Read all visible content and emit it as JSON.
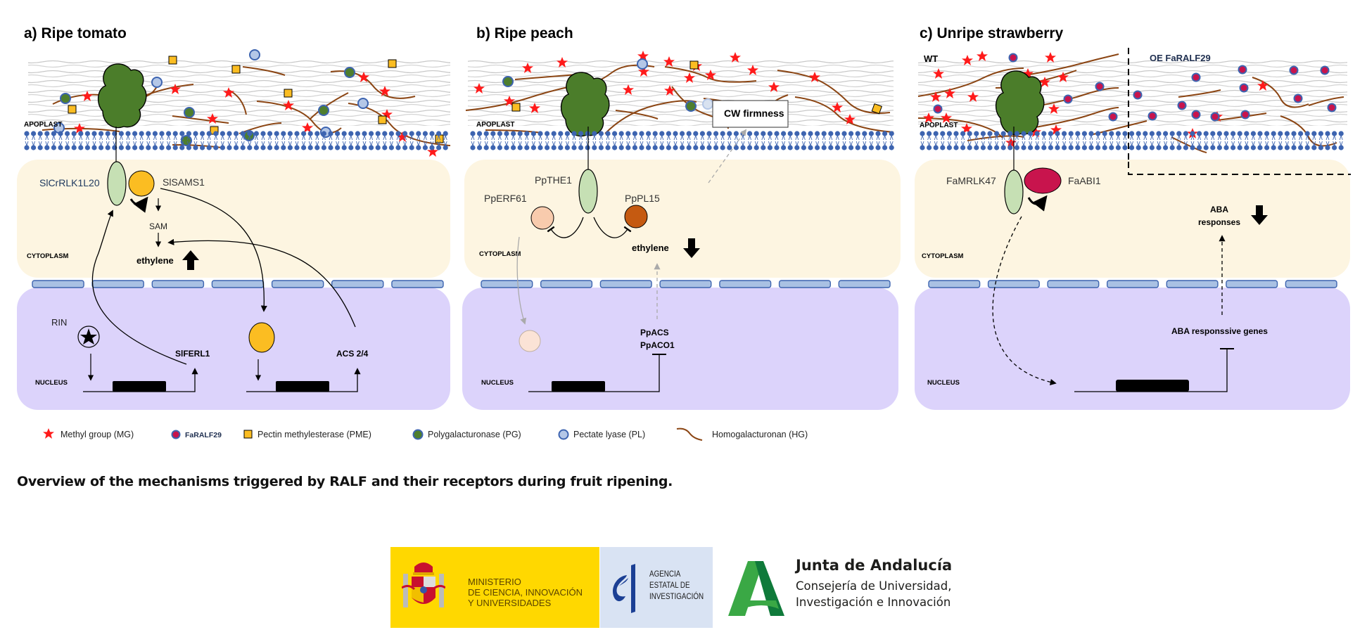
{
  "figure": {
    "panels": [
      {
        "id": "a",
        "title": "a) Ripe tomato",
        "compartments": {
          "apoplast": "APOPLAST",
          "cytoplasm": "CYTOPLASM",
          "nucleus": "NUCLEUS"
        },
        "labels": {
          "receptor": "SlCrRLK1L20",
          "partner": "SlSAMS1",
          "sam": "SAM",
          "ethylene": "ethylene",
          "rin": "RIN",
          "gene1": "SlFERL1",
          "gene2": "ACS 2/4"
        },
        "ethylene_trend": "up"
      },
      {
        "id": "b",
        "title": "b) Ripe peach",
        "compartments": {
          "apoplast": "APOPLAST",
          "cytoplasm": "CYTOPLASM",
          "nucleus": "NUCLEUS"
        },
        "labels": {
          "receptor": "PpTHE1",
          "tf": "PpERF61",
          "enzyme": "PpPL15",
          "cw": "CW firmness",
          "ethylene": "ethylene",
          "genes_line1": "PpACS",
          "genes_line2": "PpACO1"
        },
        "ethylene_trend": "down"
      },
      {
        "id": "c",
        "title": "c) Unripe strawberry",
        "compartments": {
          "apoplast": "APOPLAST",
          "cytoplasm": "CYTOPLASM",
          "nucleus": "NUCLEUS"
        },
        "labels": {
          "wt": "WT",
          "oe": "OE FaRALF29",
          "receptor": "FaMRLK47",
          "partner": "FaABI1",
          "aba_line1": "ABA",
          "aba_line2": "responses",
          "genes": "ABA responssive genes"
        },
        "aba_trend": "down"
      }
    ],
    "legend": [
      {
        "symbol": "red-star",
        "label": "Methyl group (MG)"
      },
      {
        "symbol": "red-dot",
        "label": "FaRALF29"
      },
      {
        "symbol": "yellow-square",
        "label": "Pectin methylesterase (PME)"
      },
      {
        "symbol": "green-circle",
        "label": "Polygalacturonase (PG)"
      },
      {
        "symbol": "lightblue-circle",
        "label": "Pectate lyase (PL)"
      },
      {
        "symbol": "brown-curve",
        "label": "Homogalacturonan (HG)"
      }
    ],
    "colors": {
      "cytoplasm": "#fdf5e1",
      "nucleus": "#dcd3fb",
      "membrane": "#3d64b0",
      "envelope": "#a9c1e3",
      "receptor": "#c6e0b4",
      "sams": "#fbbd22",
      "erf": "#f8cbad",
      "pl15": "#c55a11",
      "abi1": "#c8144d",
      "ralf": "#0f0f3f",
      "hg": "#8b4513",
      "methyl": "#ff1a1a",
      "pme": "#fbbd22",
      "pg": "#4e7e2e",
      "pl": "#b4c7e7",
      "cw_protein": "#4b7d2a"
    }
  },
  "caption": "Overview of the mechanisms triggered by RALF and their receptors during fruit ripening.",
  "logos": {
    "ministry": [
      "MINISTERIO",
      "DE CIENCIA, INNOVACIÓN",
      "Y UNIVERSIDADES"
    ],
    "aei": [
      "AGENCIA",
      "ESTATAL DE",
      "INVESTIGACIÓN"
    ],
    "junta_title": "Junta de Andalucía",
    "junta_sub": [
      "Consejería de Universidad,",
      "Investigación e Innovación"
    ]
  }
}
